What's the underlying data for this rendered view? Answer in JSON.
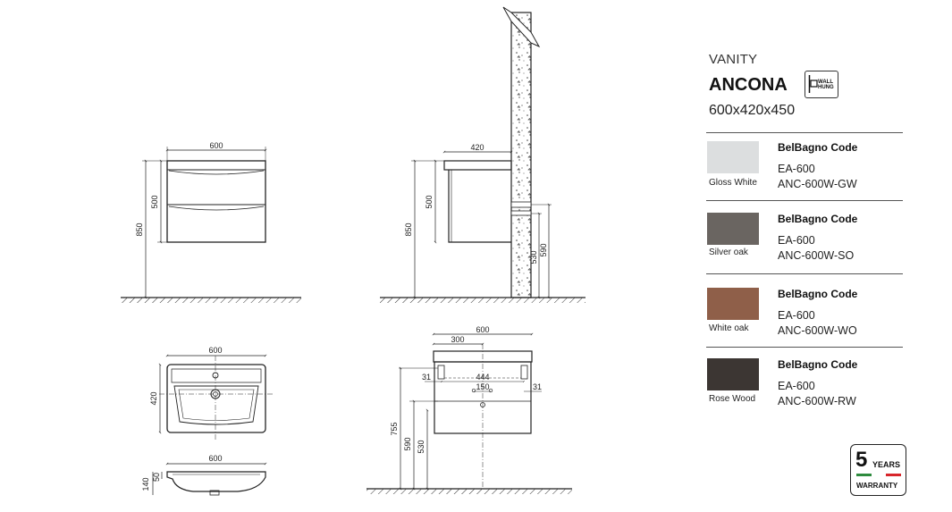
{
  "product": {
    "category": "VANITY",
    "model": "ANCONA",
    "size": "600x420x450",
    "mount_badge": "WALL\nHUNG",
    "mount_icon": "wall-hung-icon"
  },
  "finishes": [
    {
      "name": "Gloss White",
      "color": "#dcdedf",
      "code_title": "BelBagno Code",
      "code_1": "EA-600",
      "code_2": "ANC-600W-GW"
    },
    {
      "name": "Silver oak",
      "color": "#6a6561",
      "code_title": "BelBagno Code",
      "code_1": "EA-600",
      "code_2": "ANC-600W-SO"
    },
    {
      "name": "White oak",
      "color": "#8f5f49",
      "code_title": "BelBagno Code",
      "code_1": "EA-600",
      "code_2": "ANC-600W-WO"
    },
    {
      "name": "Rose Wood",
      "color": "#3c3633",
      "code_title": "BelBagno Code",
      "code_1": "EA-600",
      "code_2": "ANC-600W-RW"
    }
  ],
  "warranty": {
    "years_number": "5",
    "years_word": "YEARS",
    "label": "WARRANTY",
    "flag_colors": [
      "#2e8b3e",
      "#ffffff",
      "#d8262b"
    ]
  },
  "drawings": {
    "front": {
      "width": "600",
      "height": "500",
      "mount_height": "850"
    },
    "side": {
      "depth": "420",
      "height": "500",
      "mount_height": "850",
      "pipe_low": "530",
      "pipe_high": "590"
    },
    "basin_top": {
      "width": "600",
      "depth": "420"
    },
    "basin_section": {
      "width": "600",
      "thickness": "140",
      "rim": "50"
    },
    "rear": {
      "width": "600",
      "half": "300",
      "hole_spacing": "444",
      "center_spacing": "150",
      "offset_left": "31",
      "offset_right": "31",
      "h_top": "755",
      "h_mid": "590",
      "h_low": "530"
    }
  }
}
